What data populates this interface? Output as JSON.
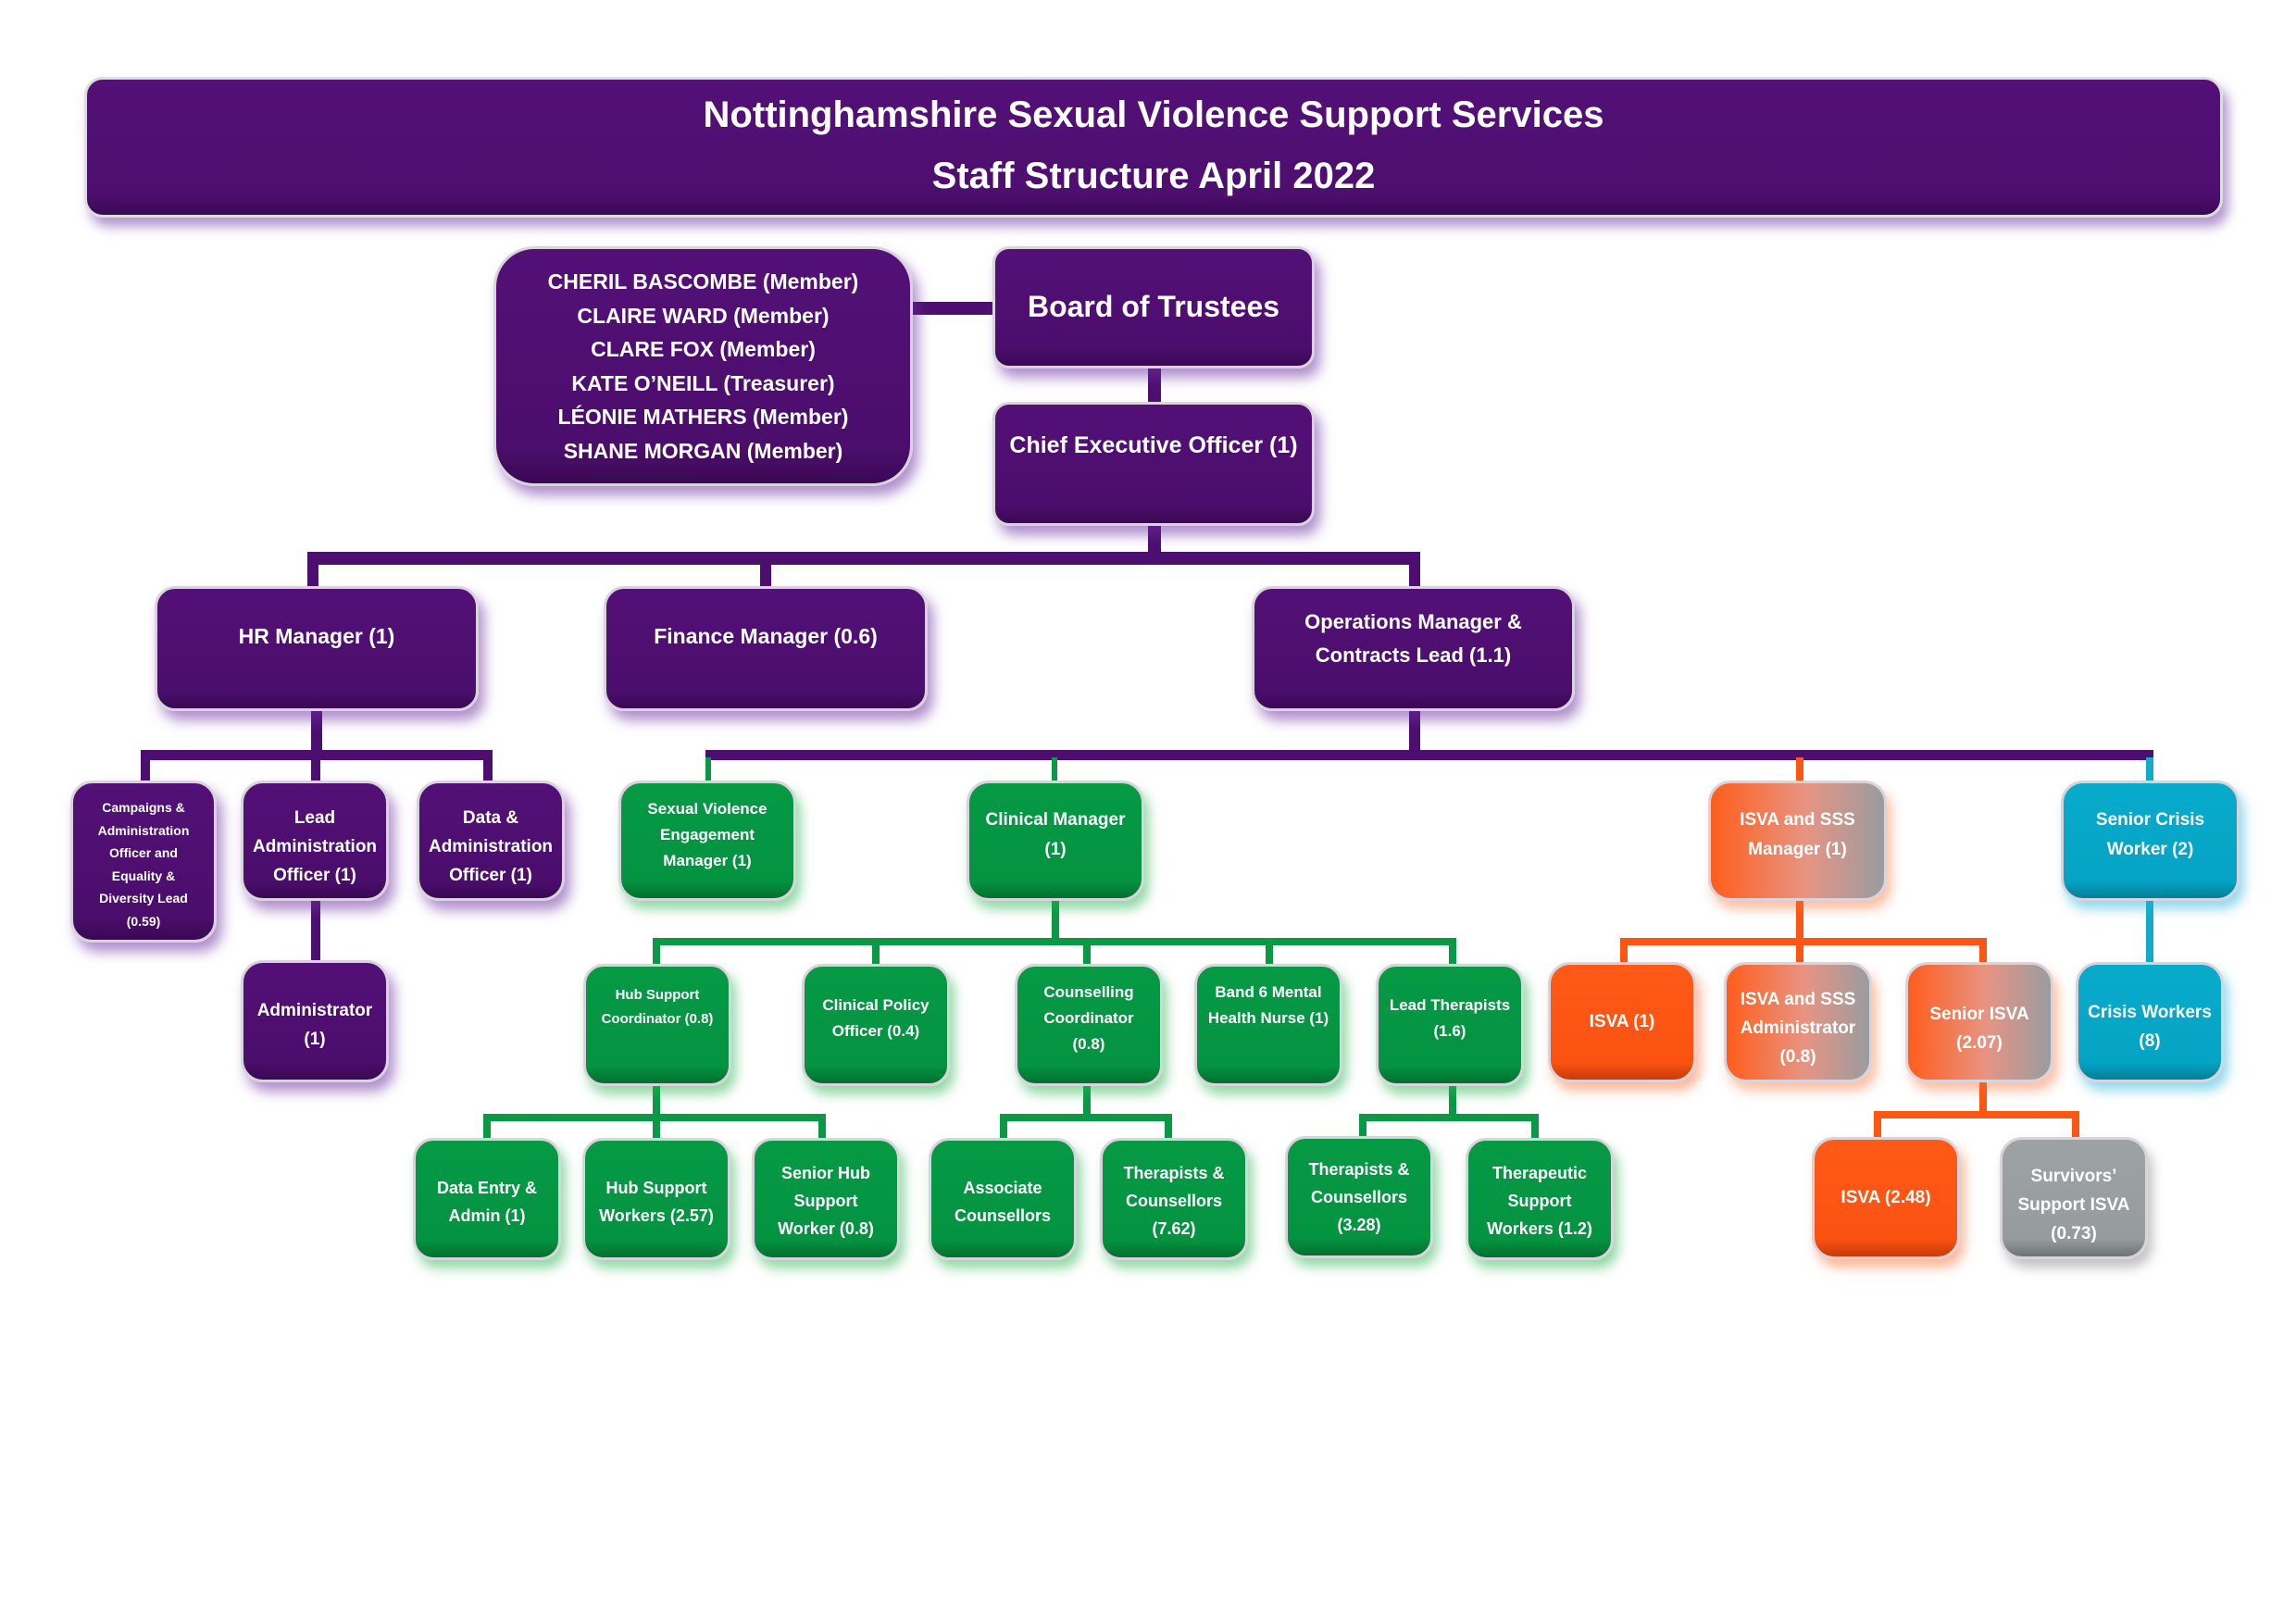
{
  "header": {
    "title": "Nottinghamshire Sexual Violence Support Services",
    "subtitle": "Staff Structure April 2022"
  },
  "colors": {
    "purple": "#4d0f6f",
    "green": "#039341",
    "orange": "#fb5212",
    "grey": "#969b9e",
    "teal": "#05a3c4"
  },
  "board": {
    "members": [
      "CHERIL BASCOMBE (Member)",
      "CLAIRE WARD (Member)",
      "CLARE FOX (Member)",
      "KATE O’NEILL (Treasurer)",
      "LÉONIE MATHERS (Member)",
      "SHANE MORGAN (Member)"
    ],
    "title": "Board of Trustees"
  },
  "ceo": "Chief Executive Officer (1)",
  "managers": {
    "hr": "HR Manager (1)",
    "finance": "Finance Manager (0.6)",
    "operations": "Operations Manager &\nContracts Lead (1.1)"
  },
  "hr_team": {
    "campaigns": "Campaigns &\nAdministration\nOfficer and\nEquality &\nDiversity Lead\n(0.59)",
    "lead_admin": "Lead\nAdministration\nOfficer (1)",
    "data_admin": "Data &\nAdministration\nOfficer (1)",
    "administrator": "Administrator\n(1)"
  },
  "operations_team": {
    "sve_manager": "Sexual Violence\nEngagement\nManager (1)",
    "clinical_manager": "Clinical Manager\n(1)",
    "isva_manager": "ISVA and SSS\nManager (1)",
    "senior_crisis": "Senior Crisis\nWorker (2)"
  },
  "clinical_team": {
    "hub_coordinator": "Hub Support\nCoordinator (0.8)",
    "clinical_policy": "Clinical Policy\nOfficer (0.4)",
    "counselling_coordinator": "Counselling\nCoordinator\n(0.8)",
    "band6_nurse": "Band 6 Mental\nHealth Nurse (1)",
    "lead_therapists": "Lead Therapists\n(1.6)",
    "data_entry": "Data Entry &\nAdmin (1)",
    "hub_workers": "Hub Support\nWorkers (2.57)",
    "senior_hub": "Senior Hub\nSupport\nWorker (0.8)",
    "associate_counsellors": "Associate\nCounsellors",
    "therapists_counsellors_a": "Therapists &\nCounsellors\n(7.62)",
    "therapists_counsellors_b": "Therapists &\nCounsellors\n(3.28)",
    "therapeutic_support": "Therapeutic\nSupport\nWorkers (1.2)"
  },
  "isva_team": {
    "isva_1": "ISVA (1)",
    "isva_admin": "ISVA and SSS\nAdministrator\n(0.8)",
    "senior_isva": "Senior ISVA\n(2.07)",
    "isva_248": "ISVA (2.48)",
    "survivors_isva": "Survivors’\nSupport ISVA\n(0.73)"
  },
  "crisis_team": {
    "crisis_workers": "Crisis Workers\n(8)"
  }
}
